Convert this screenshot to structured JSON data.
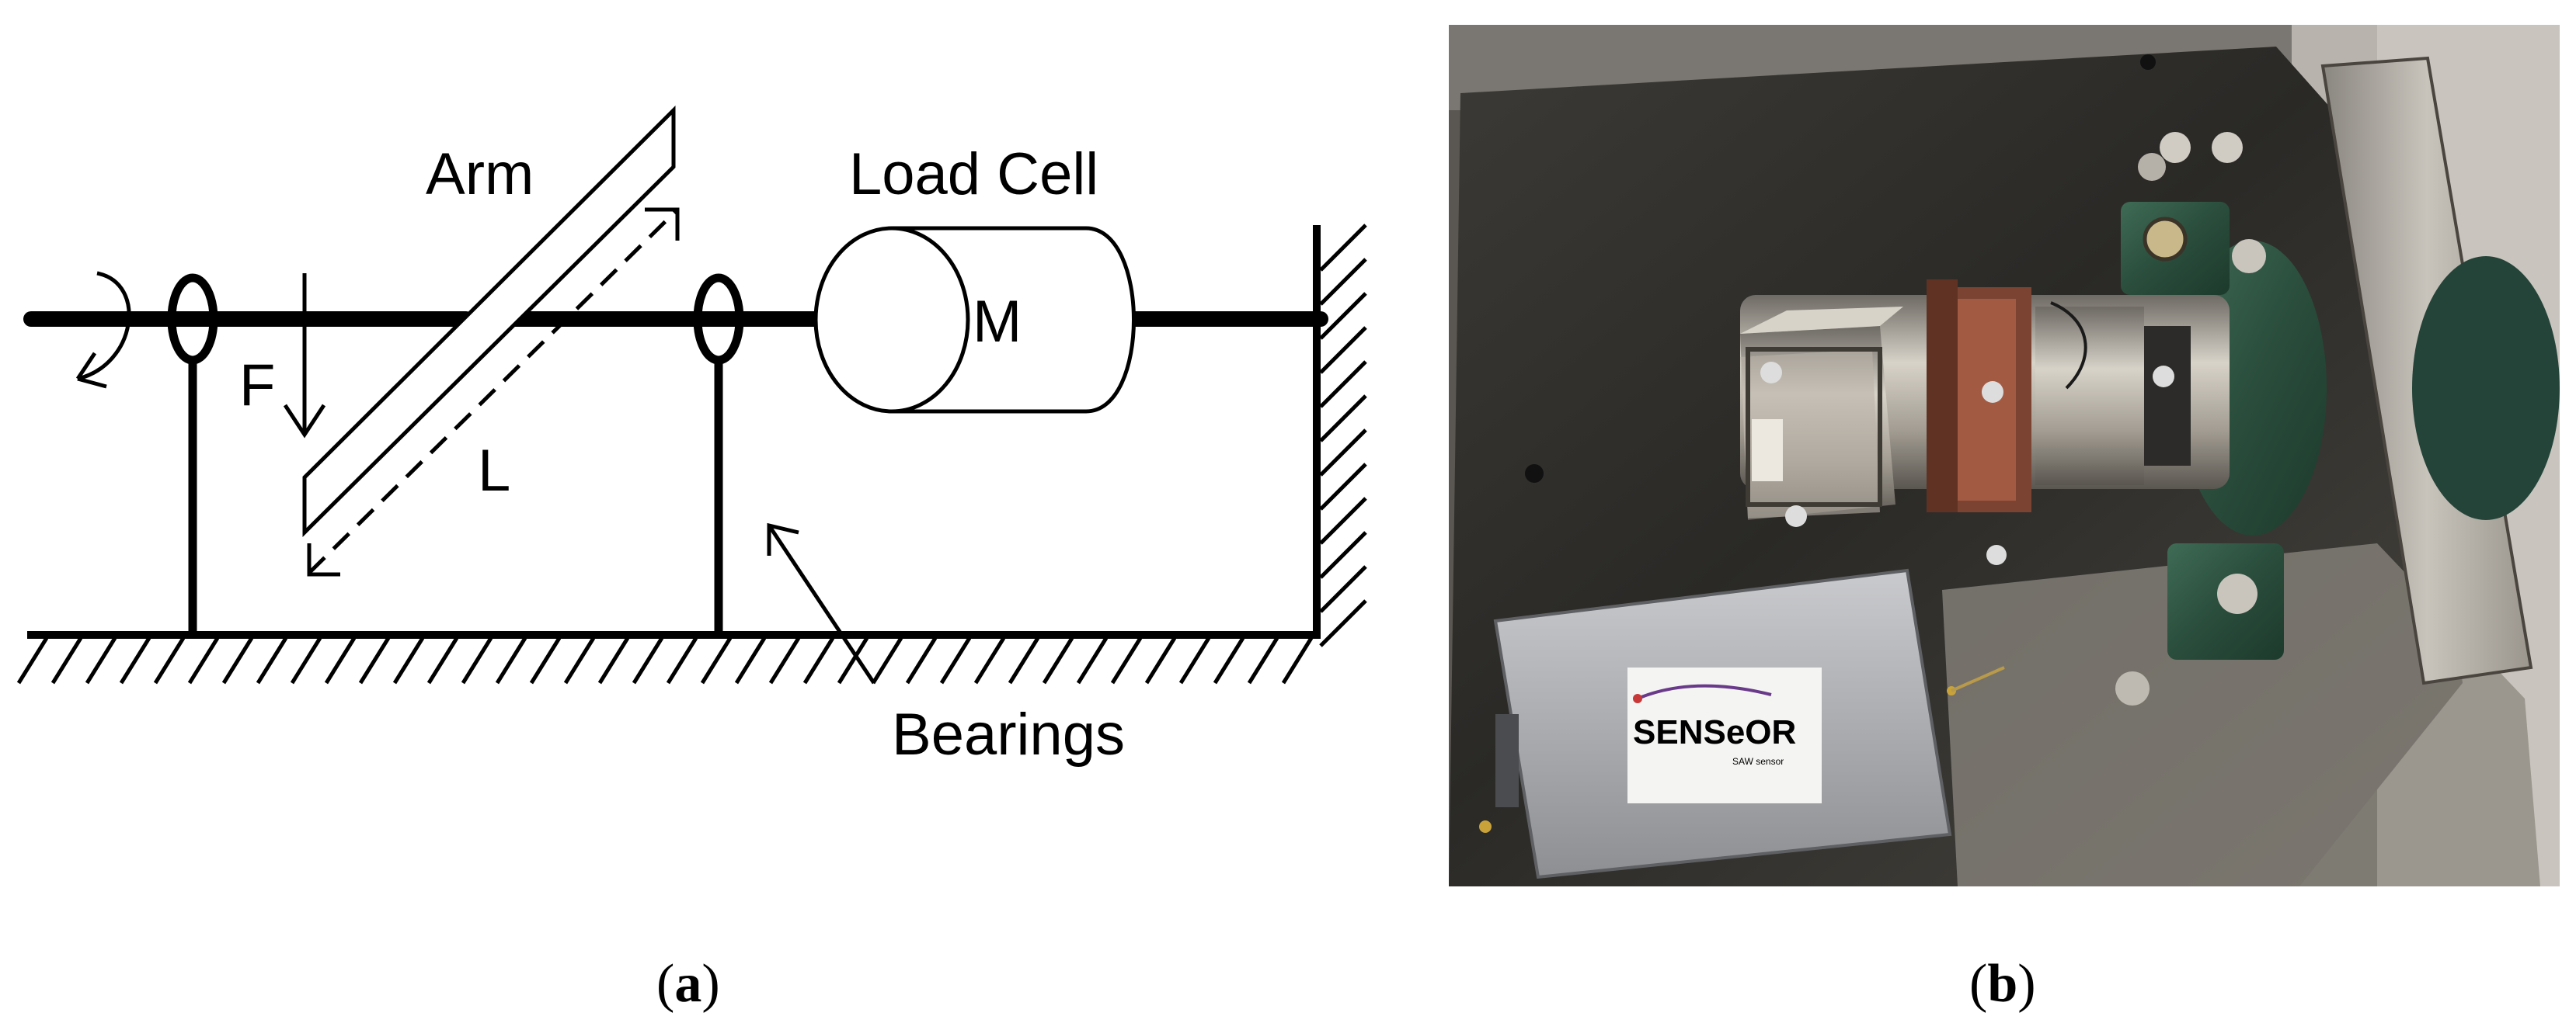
{
  "panel_a": {
    "labels": {
      "arm": "Arm",
      "load_cell": "Load Cell",
      "mass": "M",
      "force": "F",
      "length": "L",
      "bearings": "Bearings"
    },
    "caption": {
      "open": "(",
      "letter": "a",
      "close": ")"
    }
  },
  "panel_b": {
    "device_brand": "SENSeOR",
    "device_subtitle": "SAW sensor",
    "caption": {
      "open": "(",
      "letter": "b",
      "close": ")"
    }
  }
}
